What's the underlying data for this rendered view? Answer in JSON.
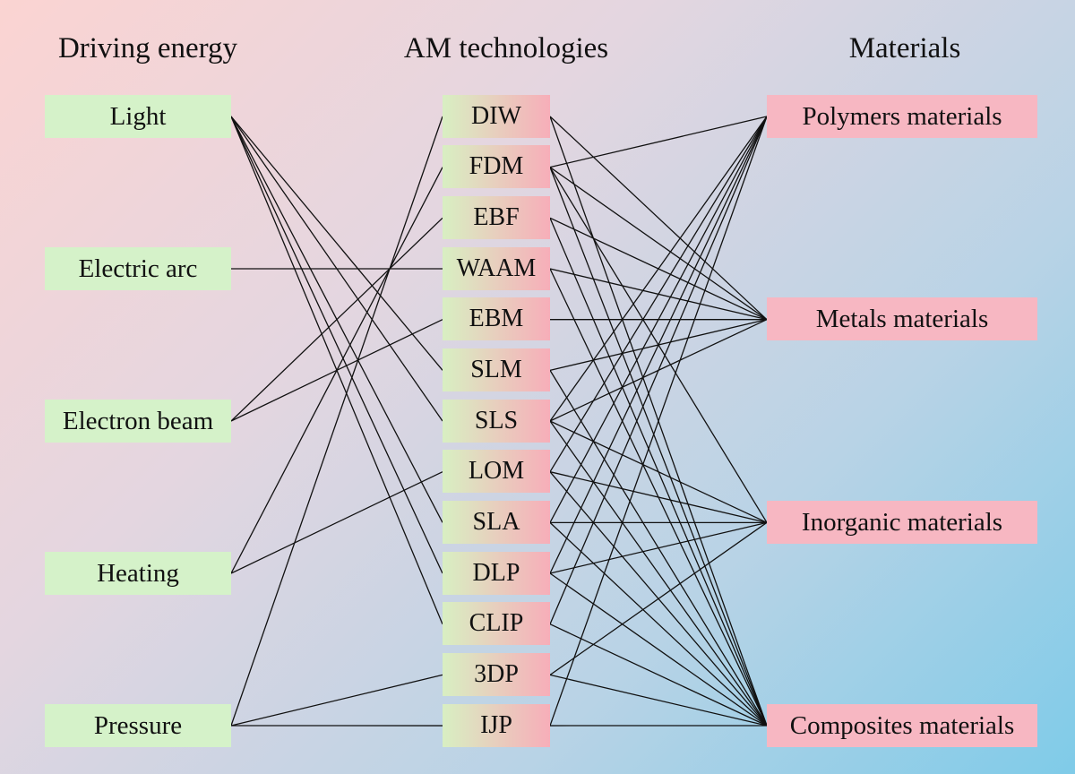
{
  "columns": {
    "energy_title": "Driving energy",
    "tech_title": "AM technologies",
    "materials_title": "Materials"
  },
  "energy": [
    {
      "id": "light",
      "label": "Light"
    },
    {
      "id": "electric-arc",
      "label": "Electric arc"
    },
    {
      "id": "electron-beam",
      "label": "Electron beam"
    },
    {
      "id": "heating",
      "label": "Heating"
    },
    {
      "id": "pressure",
      "label": "Pressure"
    }
  ],
  "technologies": [
    {
      "id": "diw",
      "label": "DIW"
    },
    {
      "id": "fdm",
      "label": "FDM"
    },
    {
      "id": "ebf",
      "label": "EBF"
    },
    {
      "id": "waam",
      "label": "WAAM"
    },
    {
      "id": "ebm",
      "label": "EBM"
    },
    {
      "id": "slm",
      "label": "SLM"
    },
    {
      "id": "sls",
      "label": "SLS"
    },
    {
      "id": "lom",
      "label": "LOM"
    },
    {
      "id": "sla",
      "label": "SLA"
    },
    {
      "id": "dlp",
      "label": "DLP"
    },
    {
      "id": "clip",
      "label": "CLIP"
    },
    {
      "id": "3dp",
      "label": "3DP"
    },
    {
      "id": "ijp",
      "label": "IJP"
    }
  ],
  "materials": [
    {
      "id": "polymers",
      "label": "Polymers materials"
    },
    {
      "id": "metals",
      "label": "Metals materials"
    },
    {
      "id": "inorganic",
      "label": "Inorganic materials"
    },
    {
      "id": "composites",
      "label": "Composites materials"
    }
  ],
  "energy_links": [
    [
      "light",
      "slm"
    ],
    [
      "light",
      "sls"
    ],
    [
      "light",
      "sla"
    ],
    [
      "light",
      "dlp"
    ],
    [
      "light",
      "clip"
    ],
    [
      "electric-arc",
      "waam"
    ],
    [
      "electron-beam",
      "ebf"
    ],
    [
      "electron-beam",
      "ebm"
    ],
    [
      "heating",
      "fdm"
    ],
    [
      "heating",
      "lom"
    ],
    [
      "pressure",
      "diw"
    ],
    [
      "pressure",
      "3dp"
    ],
    [
      "pressure",
      "ijp"
    ]
  ],
  "material_links": [
    [
      "diw",
      "metals"
    ],
    [
      "diw",
      "composites"
    ],
    [
      "fdm",
      "polymers"
    ],
    [
      "fdm",
      "metals"
    ],
    [
      "fdm",
      "inorganic"
    ],
    [
      "fdm",
      "composites"
    ],
    [
      "ebf",
      "metals"
    ],
    [
      "ebf",
      "composites"
    ],
    [
      "waam",
      "metals"
    ],
    [
      "waam",
      "composites"
    ],
    [
      "ebm",
      "metals"
    ],
    [
      "slm",
      "metals"
    ],
    [
      "slm",
      "composites"
    ],
    [
      "sls",
      "polymers"
    ],
    [
      "sls",
      "metals"
    ],
    [
      "sls",
      "inorganic"
    ],
    [
      "sls",
      "composites"
    ],
    [
      "lom",
      "polymers"
    ],
    [
      "lom",
      "inorganic"
    ],
    [
      "lom",
      "composites"
    ],
    [
      "sla",
      "polymers"
    ],
    [
      "sla",
      "inorganic"
    ],
    [
      "sla",
      "composites"
    ],
    [
      "dlp",
      "polymers"
    ],
    [
      "dlp",
      "inorganic"
    ],
    [
      "dlp",
      "composites"
    ],
    [
      "clip",
      "polymers"
    ],
    [
      "clip",
      "composites"
    ],
    [
      "3dp",
      "inorganic"
    ],
    [
      "3dp",
      "composites"
    ],
    [
      "ijp",
      "polymers"
    ],
    [
      "ijp",
      "composites"
    ]
  ],
  "colors": {
    "energy_box": "#d5f2c9",
    "material_box": "#f7b7c2",
    "tech_box_start": "#d8efc2",
    "tech_box_end": "#f7aeb9",
    "line": "#111111"
  }
}
